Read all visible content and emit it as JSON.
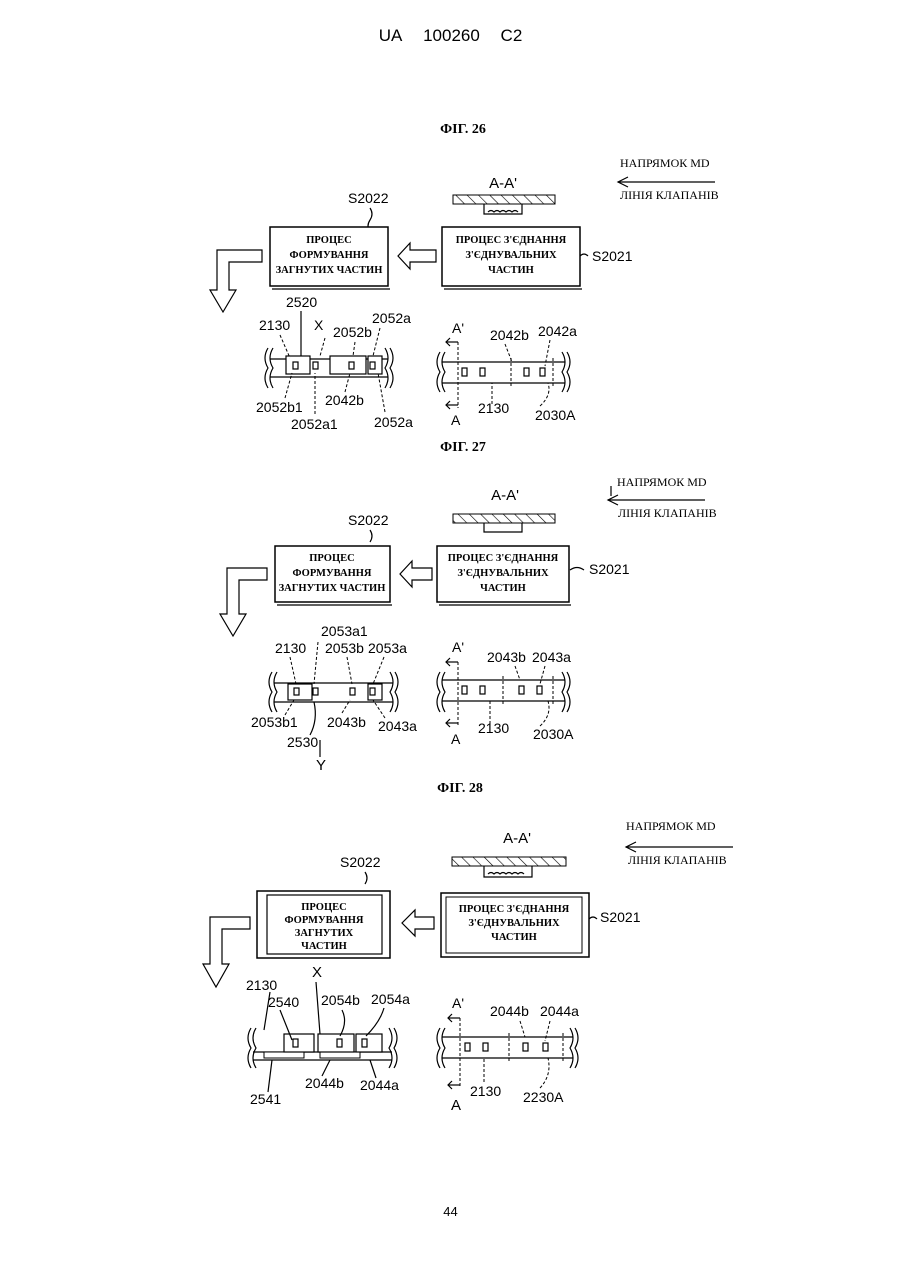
{
  "header": {
    "office": "UA",
    "number": "100260",
    "kind": "C2"
  },
  "page_number": "44",
  "figures": [
    {
      "title": "ФІГ. 26",
      "section": "A-A'",
      "md_label": "НАПРЯМОК MD",
      "valve_line": "ЛІНІЯ КЛАПАНІВ",
      "step_left_id": "S2022",
      "step_right_id": "S2021",
      "box_left": [
        "ПРОЦЕС",
        "ФОРМУВАННЯ",
        "ЗАГНУТИХ ЧАСТИН"
      ],
      "box_right": [
        "ПРОЦЕС З'ЄДНАННЯ",
        "З'ЄДНУВАЛЬНИХ",
        "ЧАСТИН"
      ],
      "left_labels": {
        "a": "2520",
        "b": "2130",
        "c": "X",
        "d": "2052b",
        "e": "2052a",
        "f": "2052b1",
        "g": "2052a1",
        "h": "2042b",
        "i": "2052a"
      },
      "right_labels": {
        "a": "A'",
        "b": "2042b",
        "c": "2042a",
        "d": "A",
        "e": "2130",
        "f": "2030A"
      }
    },
    {
      "title": "ФІГ. 27",
      "section": "A-A'",
      "md_label": "НАПРЯМОК MD",
      "valve_line": "ЛІНІЯ КЛАПАНІВ",
      "step_left_id": "S2022",
      "step_right_id": "S2021",
      "box_left": [
        "ПРОЦЕС",
        "ФОРМУВАННЯ",
        "ЗАГНУТИХ ЧАСТИН"
      ],
      "box_right": [
        "ПРОЦЕС З'ЄДНАННЯ",
        "З'ЄДНУВАЛЬНИХ",
        "ЧАСТИН"
      ],
      "left_labels": {
        "a": "2053a1",
        "b": "2130",
        "c": "2053b",
        "d": "2053a",
        "e": "2053b1",
        "f": "2043b",
        "g": "2043a",
        "h": "2530",
        "i": "Y"
      },
      "right_labels": {
        "a": "A'",
        "b": "2043b",
        "c": "2043a",
        "d": "A",
        "e": "2130",
        "f": "2030A"
      }
    },
    {
      "title": "ФІГ. 28",
      "section": "A-A'",
      "md_label": "НАПРЯМОК MD",
      "valve_line": "ЛІНІЯ КЛАПАНІВ",
      "step_left_id": "S2022",
      "step_right_id": "S2021",
      "box_left": [
        "ПРОЦЕС",
        "ФОРМУВАННЯ",
        "ЗАГНУТИХ",
        "ЧАСТИН"
      ],
      "box_right": [
        "ПРОЦЕС З'ЄДНАННЯ",
        "З'ЄДНУВАЛЬНИХ",
        "ЧАСТИН"
      ],
      "left_labels": {
        "a": "X",
        "b": "2130",
        "c": "2540",
        "d": "2054b",
        "e": "2054a",
        "f": "2541",
        "g": "2044b",
        "h": "2044a"
      },
      "right_labels": {
        "a": "A'",
        "b": "2044b",
        "c": "2044a",
        "d": "A",
        "e": "2130",
        "f": "2230A"
      }
    }
  ]
}
